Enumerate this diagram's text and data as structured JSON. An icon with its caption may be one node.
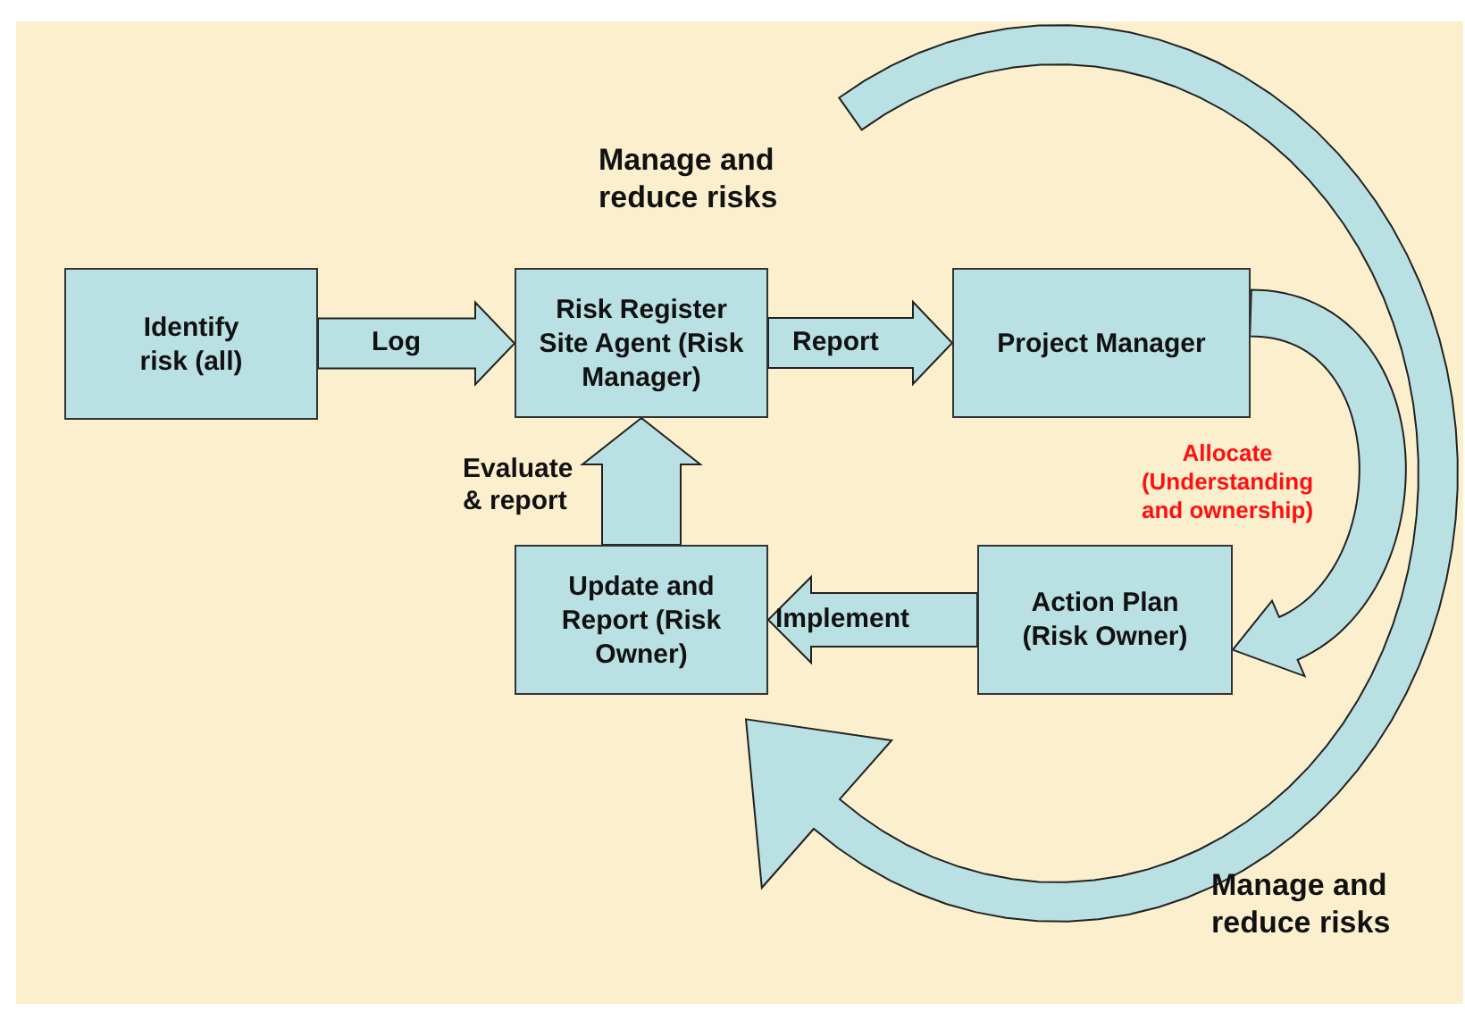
{
  "diagram": {
    "nodes": [
      {
        "text": [
          "Identify risk (all)"
        ]
      },
      {
        "text": [
          "Risk Register Site Agent (Risk Manager)"
        ]
      },
      {
        "text": [
          "Project Manager"
        ]
      },
      {
        "text": [
          "Update and Report (Risk Owner)"
        ]
      },
      {
        "text": [
          "Action Plan (Risk Owner)"
        ]
      }
    ],
    "edges": [
      {
        "from": 0,
        "to": 1,
        "arrow": "to",
        "label": "Log"
      },
      {
        "from": 1,
        "to": 2,
        "arrow": "to",
        "label": "Report"
      },
      {
        "from": 4,
        "to": 3,
        "arrow": "to",
        "label": "Implement"
      },
      {
        "from": 3,
        "to": 1,
        "arrow": "to",
        "label": "Evaluate & report"
      },
      {
        "from": 2,
        "to": 4,
        "arrow": "to",
        "label": "Allocate (Understanding and ownership)"
      }
    ],
    "labels": [
      "Manage and reduce risks",
      "Manage and reduce risks"
    ]
  }
}
